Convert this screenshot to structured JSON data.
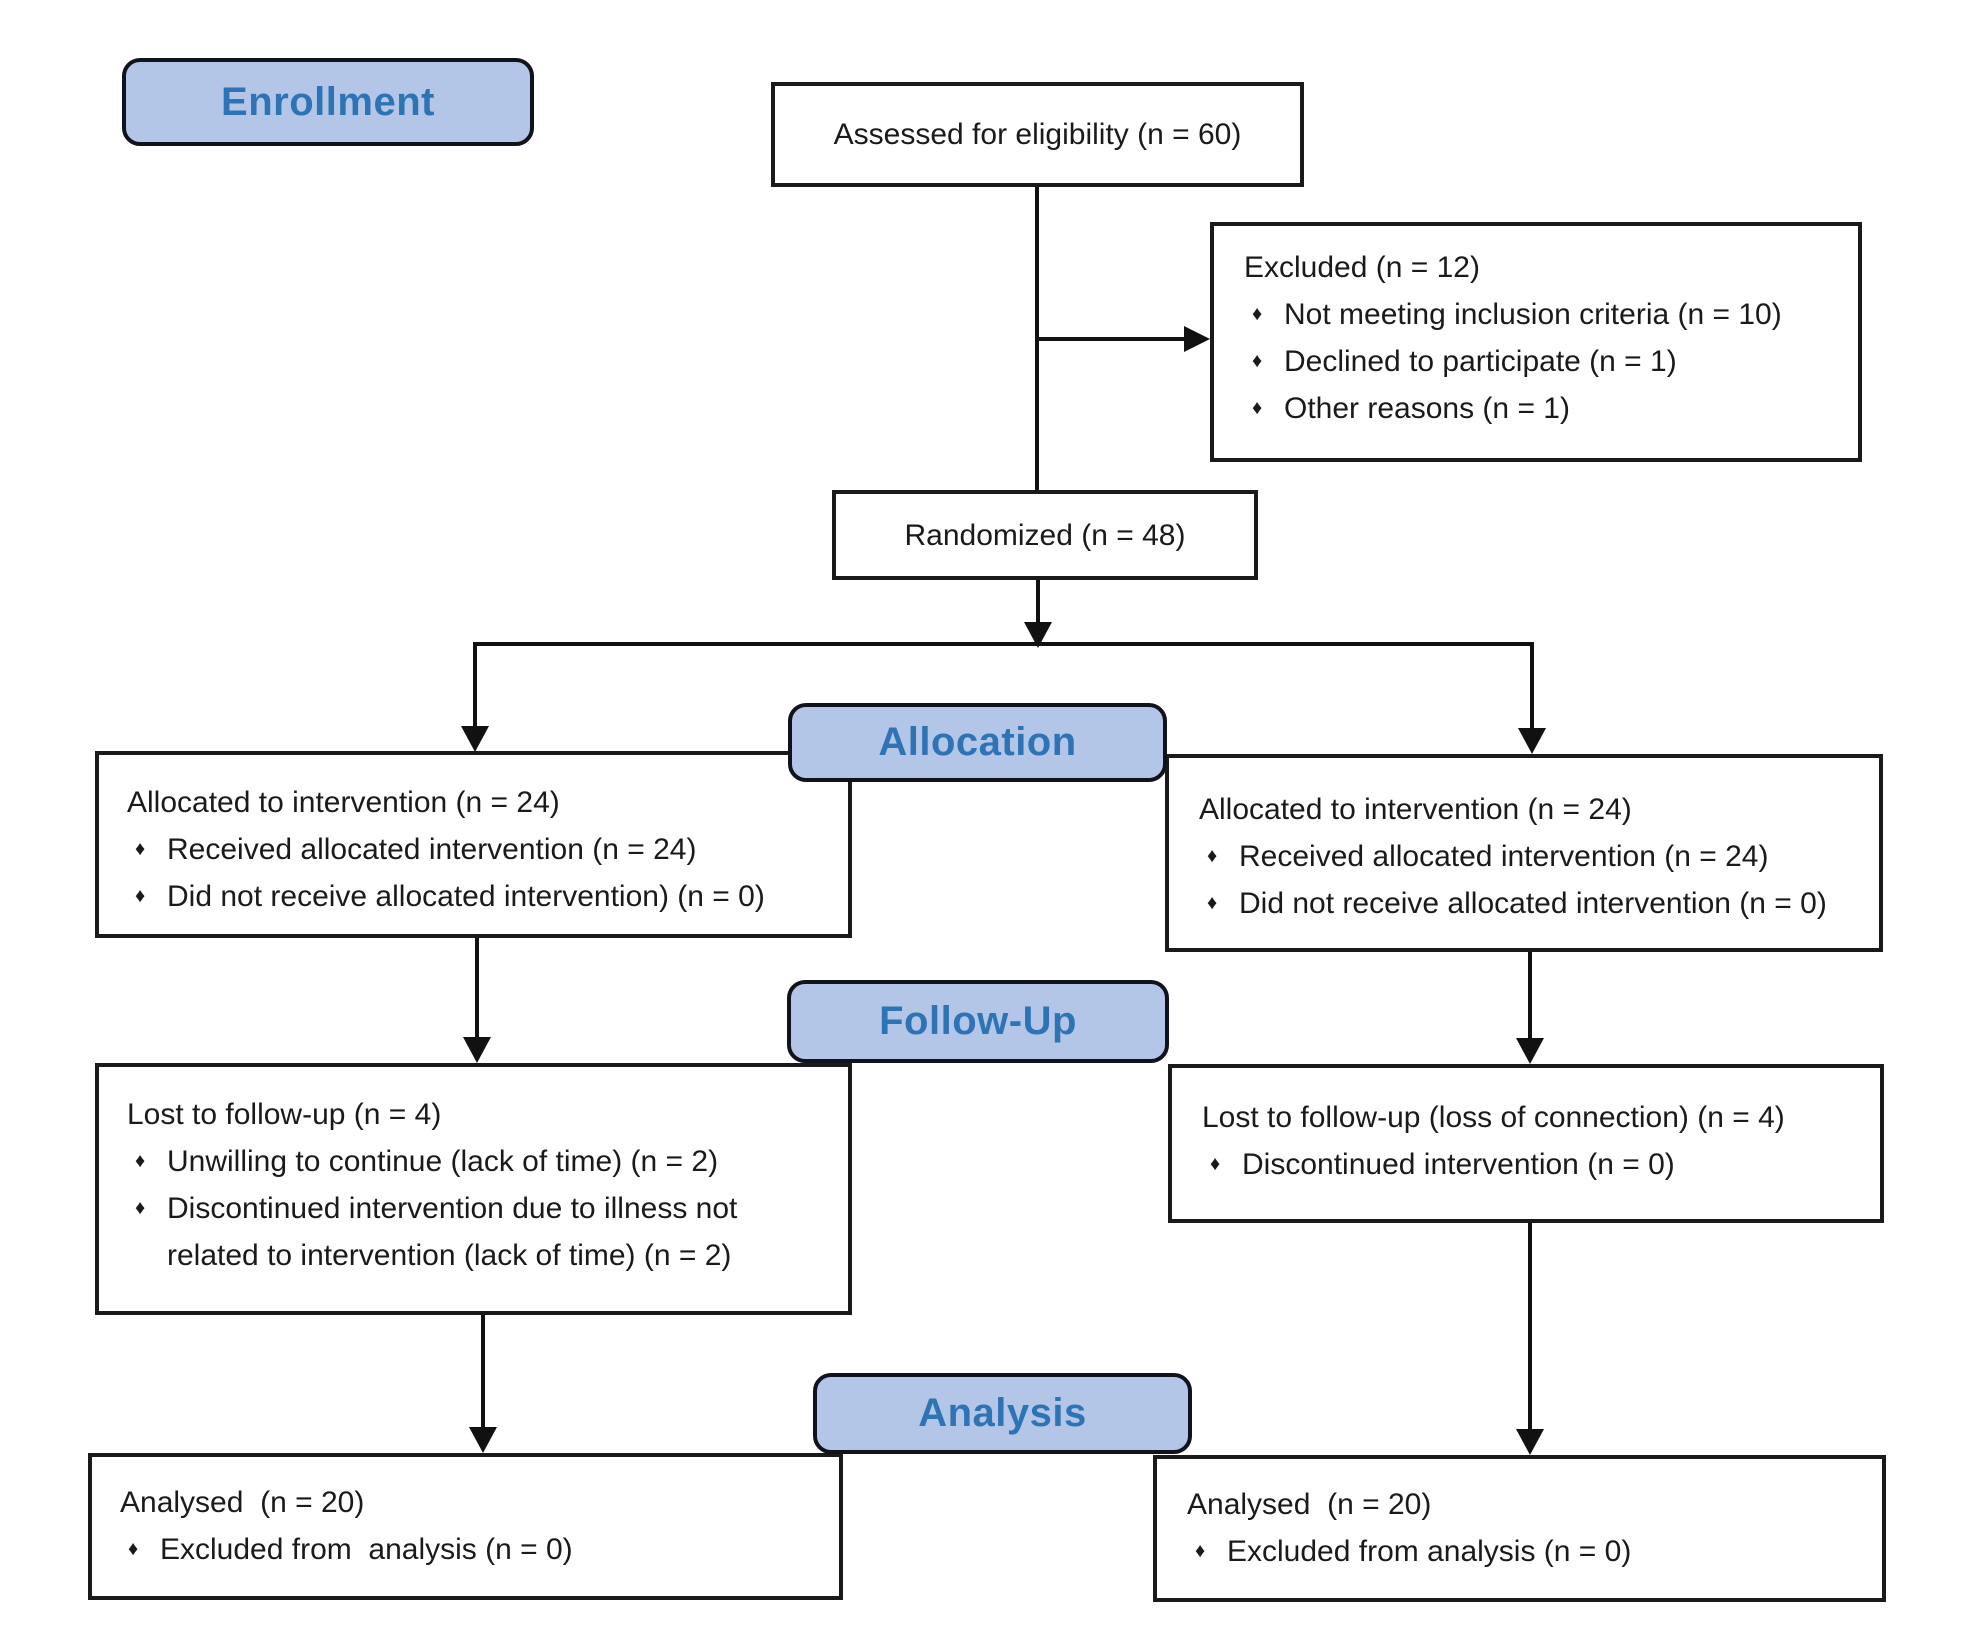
{
  "figure": {
    "type": "consort-flow-diagram",
    "colors": {
      "stage_label_fill": "#b3c6e7",
      "stage_label_text": "#2e74b5",
      "stage_label_border": "#10131b",
      "box_border": "#1a1a1a",
      "connector": "#111111",
      "background": "#ffffff"
    }
  },
  "glyphs": {
    "bullet": "♦"
  },
  "stages": {
    "enrollment": "Enrollment",
    "allocation": "Allocation",
    "followup": "Follow-Up",
    "analysis": "Analysis"
  },
  "boxes": {
    "assessed": {
      "text": "Assessed for eligibility (n = 60)"
    },
    "excluded": {
      "title": "Excluded (n = 12)",
      "items": [
        "Not meeting inclusion criteria (n = 10)",
        "Declined to participate (n = 1)",
        "Other reasons (n = 1)"
      ]
    },
    "randomized": {
      "text": "Randomized (n = 48)"
    },
    "allocation_left": {
      "title": "Allocated to intervention (n = 24)",
      "items": [
        "Received allocated intervention (n = 24)",
        "Did not receive allocated intervention) (n = 0)"
      ]
    },
    "allocation_right": {
      "title": "Allocated to intervention (n = 24)",
      "items": [
        "Received allocated intervention (n = 24)",
        "Did not receive allocated intervention (n = 0)"
      ]
    },
    "followup_left": {
      "title": "Lost to follow-up (n = 4)",
      "items": [
        "Unwilling to continue (lack of time) (n = 2)",
        "Discontinued intervention due to illness not related to intervention (lack of time) (n = 2)"
      ]
    },
    "followup_right": {
      "title": "Lost to follow-up (loss of connection) (n = 4)",
      "items": [
        "Discontinued intervention (n = 0)"
      ]
    },
    "analysis_left": {
      "title": "Analysed  (n = 20)",
      "items": [
        "Excluded from  analysis (n = 0)"
      ]
    },
    "analysis_right": {
      "title": "Analysed  (n = 20)",
      "items": [
        "Excluded from analysis (n = 0)"
      ]
    }
  }
}
